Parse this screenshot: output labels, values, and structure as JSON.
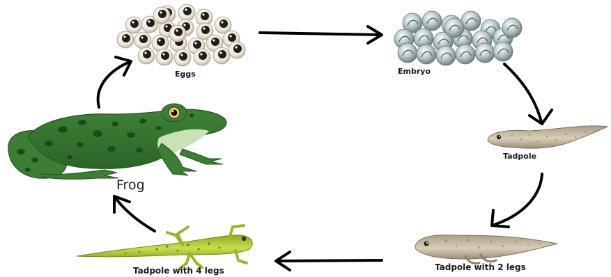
{
  "stages": [
    {
      "id": "eggs",
      "label": "Eggs"
    },
    {
      "id": "embryo",
      "label": "Embryo"
    },
    {
      "id": "tadpole",
      "label": "Tadpole"
    },
    {
      "id": "tadpole_2_legs",
      "label": "Tadpole with 2 legs"
    },
    {
      "id": "tadpole_4_legs",
      "label": "Tadpole with 4 legs"
    },
    {
      "id": "frog",
      "label": "Frog"
    }
  ],
  "cycle_order": [
    "Eggs",
    "Embryo",
    "Tadpole",
    "Tadpole with 2 legs",
    "Tadpole with 4 legs",
    "Frog"
  ],
  "colors": {
    "arrow": "#000000",
    "frog_dark": "#2e6b2a",
    "frog_mid": "#4f9a45",
    "frog_light": "#c9e2b5",
    "egg_jelly": "#e9e1d0",
    "egg_yolk": "#222222",
    "embryo": "#9fb3b7",
    "tadpole": "#c7bca4",
    "froglet": "#b5cf3a"
  }
}
